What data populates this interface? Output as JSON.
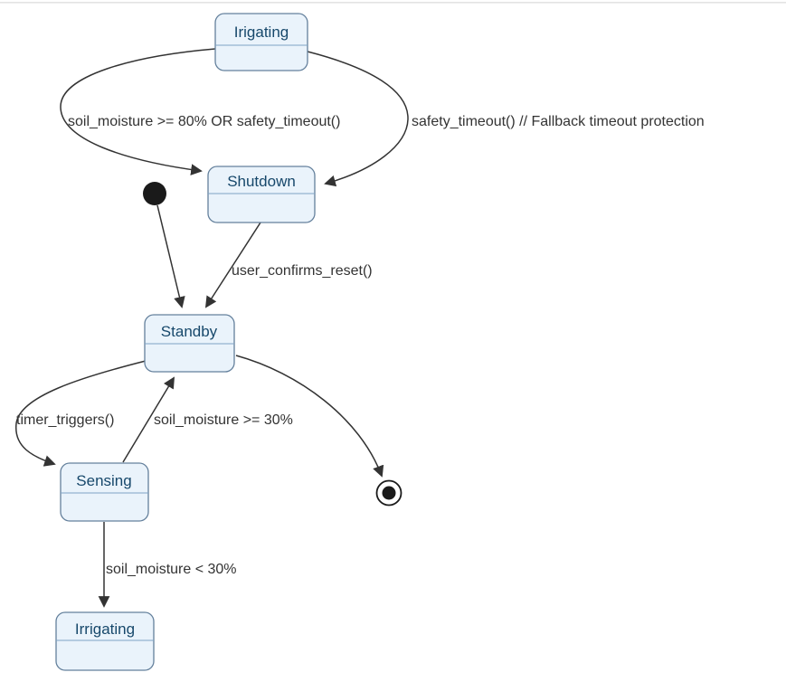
{
  "diagram": {
    "type": "state-diagram",
    "states": [
      {
        "id": "irigating-top",
        "label": "Irigating"
      },
      {
        "id": "shutdown",
        "label": "Shutdown"
      },
      {
        "id": "standby",
        "label": "Standby"
      },
      {
        "id": "sensing",
        "label": "Sensing"
      },
      {
        "id": "irrigating-bottom",
        "label": "Irrigating"
      }
    ],
    "transitions": [
      {
        "from": "Irigating",
        "to": "Shutdown",
        "label": "soil_moisture >= 80% OR safety_timeout()"
      },
      {
        "from": "Irigating",
        "to": "Shutdown",
        "label": "safety_timeout() // Fallback timeout protection"
      },
      {
        "from": "initial",
        "to": "Standby",
        "label": ""
      },
      {
        "from": "Shutdown",
        "to": "Standby",
        "label": "user_confirms_reset()"
      },
      {
        "from": "Standby",
        "to": "Sensing",
        "label": "timer_triggers()"
      },
      {
        "from": "Sensing",
        "to": "Standby",
        "label": "soil_moisture >= 30%"
      },
      {
        "from": "Standby",
        "to": "final",
        "label": ""
      },
      {
        "from": "Sensing",
        "to": "Irrigating",
        "label": "soil_moisture < 30%"
      }
    ],
    "markers": {
      "initial_state": "filled-black-dot",
      "final_state": "double-circle-dot"
    },
    "colors": {
      "state_fill": "#eaf3fb",
      "state_stroke": "#64809c",
      "state_divider": "#7fa3c5",
      "state_text": "#17486b",
      "edge": "#333333",
      "label_text": "#333333",
      "top_rule": "#e3e3e3",
      "terminal_marker": "#1a1a1a"
    }
  }
}
